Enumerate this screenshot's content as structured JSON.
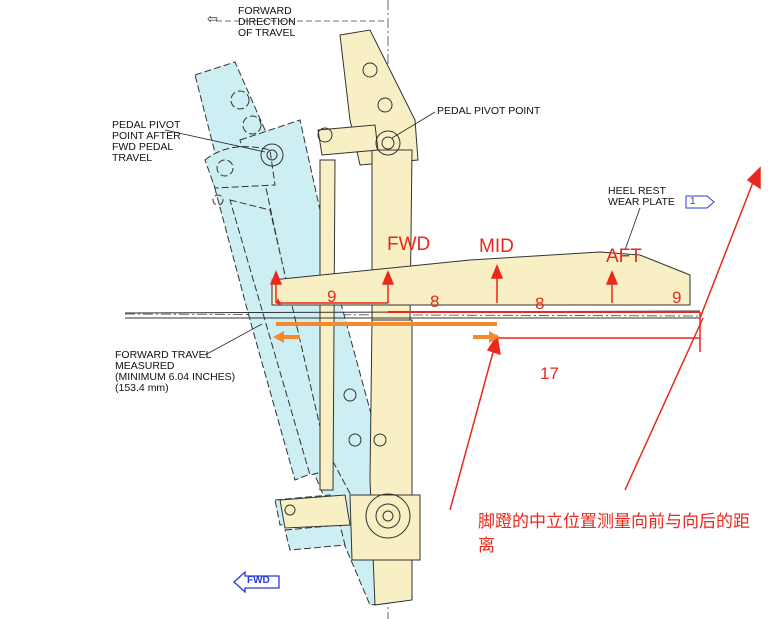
{
  "labels": {
    "forward_direction": "FORWARD\nDIRECTION\nOF TRAVEL",
    "pedal_pivot_point": "PEDAL PIVOT POINT",
    "pedal_pivot_after": "PEDAL PIVOT\nPOINT AFTER\nFWD PEDAL\nTRAVEL",
    "heel_rest": "HEEL REST\nWEAR PLATE",
    "heel_rest_ref": "1",
    "forward_travel": "FORWARD TRAVEL\nMEASURED\n(MINIMUM 6.04 INCHES)\n(153.4 mm)",
    "fwd_tag": "FWD"
  },
  "annotations": {
    "fwd": "FWD",
    "mid": "MID",
    "aft": "AFT",
    "dim_9_left": "9",
    "dim_8_a": "8",
    "dim_8_b": "8",
    "dim_9_right": "9",
    "dim_17": "17",
    "note": "脚蹬的中立位置测量向前与向后的距离"
  },
  "colors": {
    "yellow_fill": "#f8f0c4",
    "blue_fill": "#cdeff4",
    "annotation_red": "#e8291c",
    "orange_bar": "#f28a2e",
    "fwd_blue": "#2b3bd8"
  },
  "icons": [
    "left-arrow-icon",
    "fwd-arrow-icon"
  ]
}
